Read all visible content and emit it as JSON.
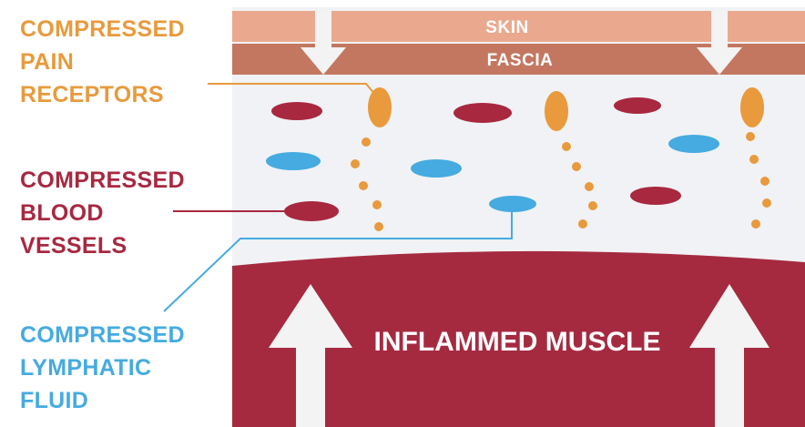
{
  "layers": {
    "skin": "SKIN",
    "fascia": "FASCIA",
    "muscle": "INFLAMMED MUSCLE"
  },
  "labels": {
    "pain_receptors": [
      "COMPRESSED",
      "PAIN",
      "RECEPTORS"
    ],
    "blood_vessels": [
      "COMPRESSED",
      "BLOOD",
      "VESSELS"
    ],
    "lymphatic_fluid": [
      "COMPRESSED",
      "LYMPHATIC",
      "FLUID"
    ]
  },
  "colors": {
    "pain": "#e89a3c",
    "blood": "#a82840",
    "lymph": "#45abe0",
    "skin": "#eaa98e",
    "fascia": "#c37761",
    "muscle": "#a52a40",
    "tissue": "#f1f2f5",
    "arrow": "#f3f3f3"
  }
}
